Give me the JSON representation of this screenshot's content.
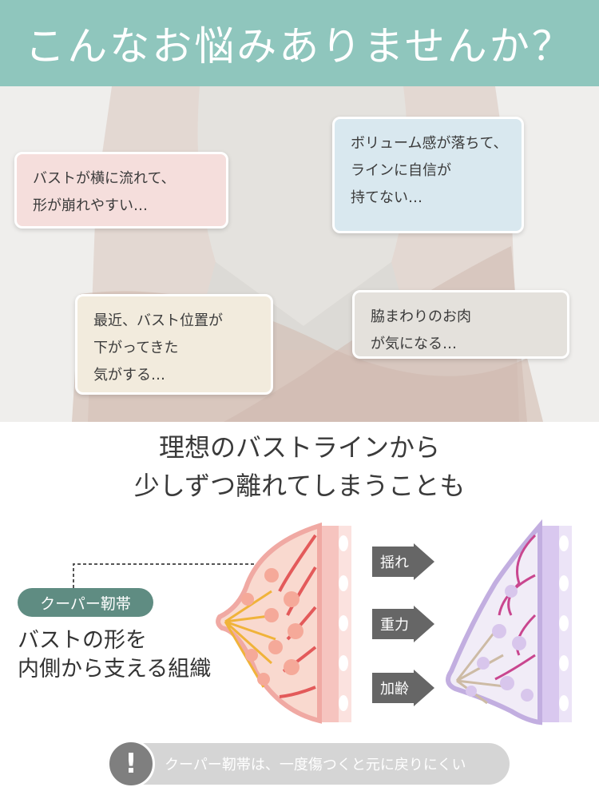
{
  "header": {
    "title": "こんなお悩みありませんか？"
  },
  "concerns": [
    {
      "lines": [
        "バストが横に流れて、",
        "形が崩れやすい…"
      ]
    },
    {
      "lines": [
        "ボリューム感が落ちて、",
        "ラインに自信が",
        "持てない…"
      ]
    },
    {
      "lines": [
        "最近、バスト位置が",
        "下がってきた",
        "気がする…"
      ]
    },
    {
      "lines": [
        "脇まわりのお肉",
        "が気になる…"
      ]
    }
  ],
  "headline": {
    "lines": [
      "理想のバストラインから",
      "少しずつ離れてしまうことも"
    ]
  },
  "diagram": {
    "badge": "クーパー靭帯",
    "description": [
      "バストの形を",
      "内側から支える組織"
    ],
    "causes": [
      "揺れ",
      "重力",
      "加齢"
    ]
  },
  "warning": {
    "icon": "exclamation-icon",
    "text": "クーパー靭帯は、一度傷つくと元に戻りにくい"
  },
  "colors": {
    "header": "#8fc6bd",
    "badge": "#5f8c82",
    "arrow": "#666666",
    "healthy": "#f3b7b2",
    "damaged": "#c9b6e3"
  }
}
